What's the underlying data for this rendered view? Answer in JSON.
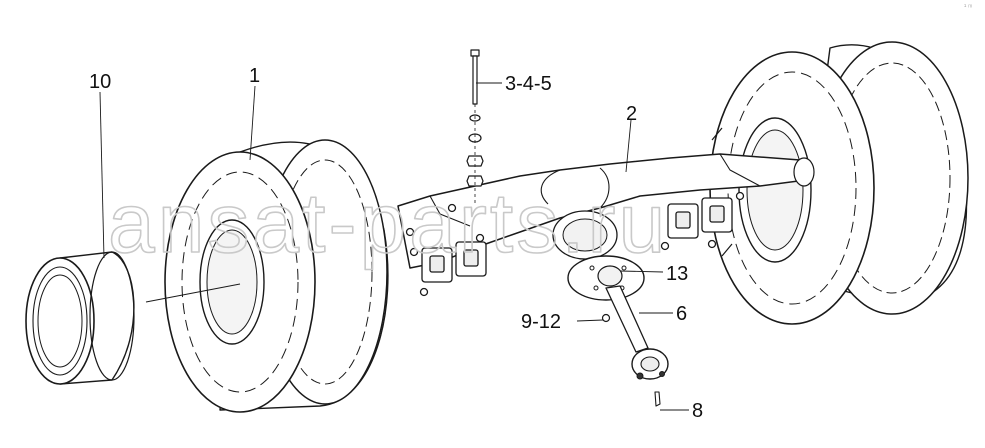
{
  "watermark": "ansat-parts.ru",
  "corner_mark": "¹ ᵐ",
  "callouts": {
    "rim": "10",
    "tire": "1",
    "fastener_set": "3-4-5",
    "axle_beam": "2",
    "hub_disc": "13",
    "bolts": "9-12",
    "shaft": "6",
    "end_bolt": "8"
  }
}
